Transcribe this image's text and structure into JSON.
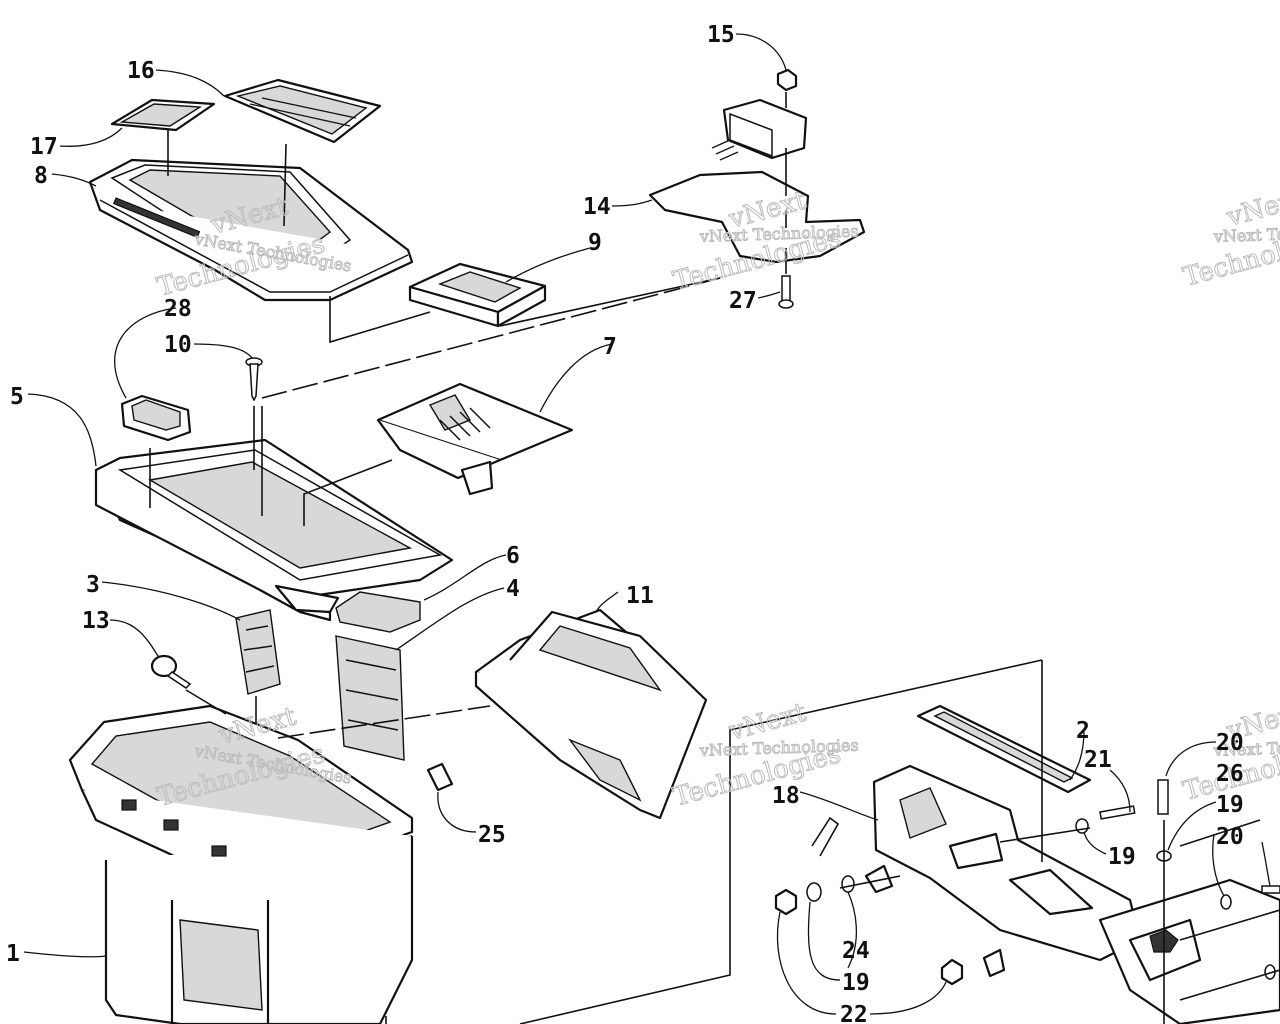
{
  "callouts": {
    "c1": "1",
    "c2": "2",
    "c3": "3",
    "c4": "4",
    "c5": "5",
    "c6": "6",
    "c7": "7",
    "c8": "8",
    "c9": "9",
    "c10": "10",
    "c11": "11",
    "c13": "13",
    "c14": "14",
    "c15": "15",
    "c16": "16",
    "c17": "17",
    "c18": "18",
    "c19a": "19",
    "c19b": "19",
    "c19c": "19",
    "c20a": "20",
    "c20b": "20",
    "c21": "21",
    "c22": "22",
    "c24": "24",
    "c25": "25",
    "c26": "26",
    "c27": "27",
    "c28": "28"
  },
  "watermark": {
    "line1": "vNext Technologies",
    "line2": "vNext",
    "line3": "Technologies"
  }
}
